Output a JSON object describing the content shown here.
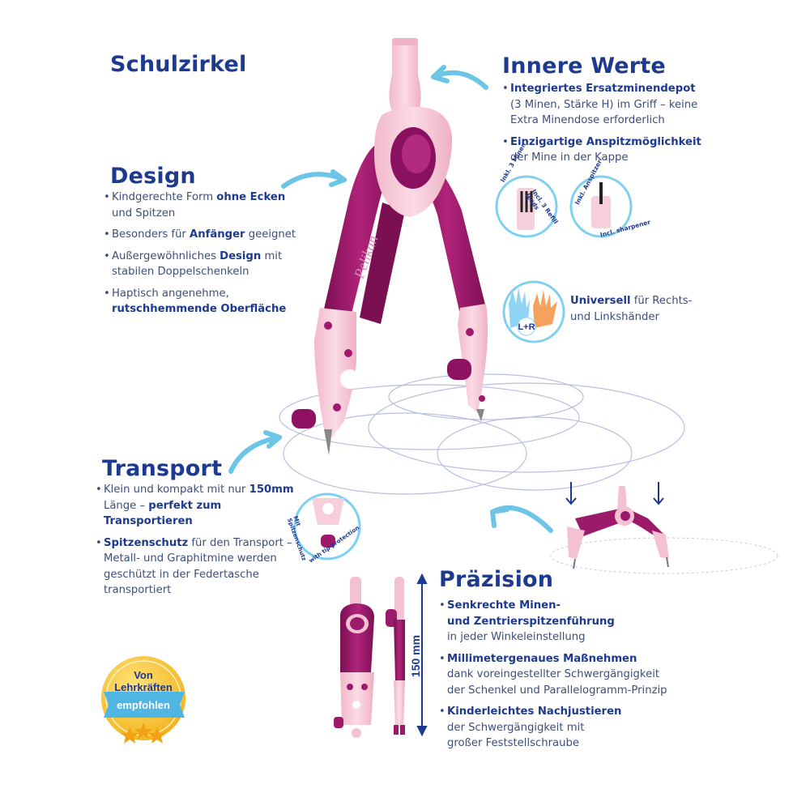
{
  "title": "Schulzirkel",
  "sections": {
    "innere_werte": {
      "heading": "Innere Werte",
      "items": [
        {
          "bold": "Integriertes Ersatzminendepot",
          "rest_lines": [
            "(3 Minen, Stärke H) im Griff – keine",
            "Extra Minendose erforderlich"
          ]
        },
        {
          "bold": "Einzigartige Anspitzmöglichkeit",
          "rest_lines": [
            "der Mine in der Kappe"
          ]
        }
      ],
      "badges": [
        {
          "text_top": "Inkl. 3 Minen",
          "text_bottom": "Incl. 3 Refill leads"
        },
        {
          "text_top": "Inkl. Anspitzer",
          "text_bottom": "Incl. sharpener"
        }
      ],
      "universell_bold": "Universell",
      "universell_rest_1": " für Rechts-",
      "universell_rest_2": "und Linkshänder",
      "hands_label": "L+R"
    },
    "design": {
      "heading": "Design",
      "b1_pre": "Kindgerechte Form ",
      "b1_bold": "ohne Ecken",
      "b1_line2": "und Spitzen",
      "b2_pre": "Besonders für ",
      "b2_bold": "Anfänger",
      "b2_post": " geeignet",
      "b3_pre": "Außergewöhnliches ",
      "b3_bold": "Design",
      "b3_post": " mit",
      "b3_line2": "stabilen Doppelschenkeln",
      "b4_line1": "Haptisch angenehme,",
      "b4_bold": "rutschhemmende Oberfläche"
    },
    "transport": {
      "heading": "Transport",
      "b1_pre": "Klein und kompakt mit nur ",
      "b1_bold": "150mm",
      "b1_line2_pre": "Länge – ",
      "b1_line2_bold": "perfekt zum Transportieren",
      "b2_bold": "Spitzenschutz",
      "b2_post": " für den Transport –",
      "b2_lines": [
        "Metall- und Graphitmine werden",
        "geschützt in der Federtasche",
        "transportiert"
      ],
      "badge_top": "Mit Spitzenschutz",
      "badge_bottom": "with tip protection"
    },
    "praezision": {
      "heading": "Präzision",
      "items": [
        {
          "bold_lines": [
            "Senkrechte Minen-",
            "und Zentrierspitzenführung"
          ],
          "rest_lines": [
            "in jeder Winkeleinstellung"
          ]
        },
        {
          "bold_lines": [
            "Millimetergenaues Maßnehmen"
          ],
          "rest_lines": [
            "dank voreingestellter Schwergängigkeit",
            "der Schenkel und Parallelogramm-Prinzip"
          ]
        },
        {
          "bold_lines": [
            "Kinderleichtes Nachjustieren"
          ],
          "rest_lines": [
            "der Schwergängigkeit mit",
            "großer Feststellschraube"
          ]
        }
      ],
      "dimension_label": "150 mm"
    }
  },
  "seal": {
    "line1": "Von",
    "line2": "Lehrkräften",
    "ribbon": "empfohlen"
  },
  "brand": "Pelikan",
  "colors": {
    "heading": "#1d3a8f",
    "text": "#3e4e78",
    "arrow": "#6cc4e6",
    "magenta": "#9c1a6a",
    "pink": "#f4c6d4",
    "seal": "#f7c52b"
  }
}
